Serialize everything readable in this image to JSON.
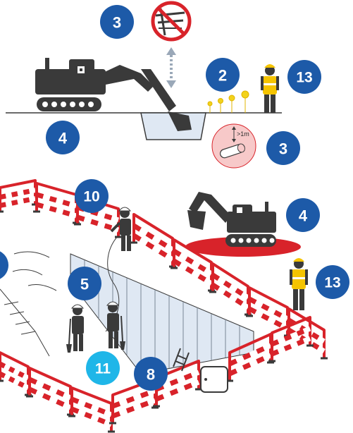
{
  "colors": {
    "badge_blue": "#1d5aa8",
    "badge_cyan": "#1fb6e8",
    "machine": "#3a3a3a",
    "barrier_red": "#d8232a",
    "barrier_white": "#ffffff",
    "pipe_zone": "#f7c9c9",
    "vest_yellow": "#f5c400",
    "lamp_yellow": "#f2d21b",
    "shoring_blue": "#dfe8f3"
  },
  "badges": [
    {
      "id": "b3-top",
      "label": "3"
    },
    {
      "id": "b2",
      "label": "2"
    },
    {
      "id": "b13-top",
      "label": "13"
    },
    {
      "id": "b4-top",
      "label": "4"
    },
    {
      "id": "b3-mid",
      "label": "3"
    },
    {
      "id": "b10",
      "label": "10"
    },
    {
      "id": "b4-right",
      "label": "4"
    },
    {
      "id": "b5",
      "label": "5"
    },
    {
      "id": "b13-right",
      "label": "13"
    },
    {
      "id": "b11",
      "label": "11"
    },
    {
      "id": "b8",
      "label": "8"
    }
  ],
  "pipe_depth_label": ">1m",
  "icons": [
    "no-overhead-lines-icon",
    "excavator-icon",
    "worker-icon",
    "lamp-icon",
    "buried-pipe-icon",
    "barrier-icon"
  ]
}
